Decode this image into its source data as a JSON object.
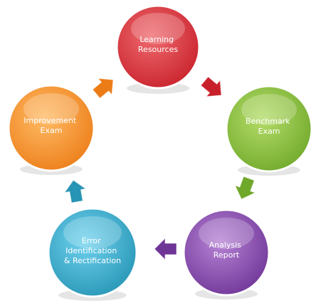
{
  "diagram": {
    "type": "cycle",
    "nodes": [
      {
        "id": "learning-resources",
        "lines": [
          "Learning",
          "Resources"
        ],
        "color": "#c8202a",
        "light": "#ee6a6e"
      },
      {
        "id": "benchmark-exam",
        "lines": [
          "Benchmark",
          "Exam"
        ],
        "color": "#6fa82a",
        "light": "#b4dc68"
      },
      {
        "id": "analysis-report",
        "lines": [
          "Analysis",
          "Report"
        ],
        "color": "#6e3496",
        "light": "#b582d4"
      },
      {
        "id": "error-identification",
        "lines": [
          "Error",
          "Identification",
          "& Rectification"
        ],
        "color": "#2694b4",
        "light": "#6fd2ee"
      },
      {
        "id": "improvement-exam",
        "lines": [
          "Improvement",
          "Exam"
        ],
        "color": "#ec7c16",
        "light": "#ffbb66"
      }
    ],
    "arrows": [
      {
        "from": "learning-resources",
        "to": "benchmark-exam",
        "color": "#c8202a"
      },
      {
        "from": "benchmark-exam",
        "to": "analysis-report",
        "color": "#6fa82a"
      },
      {
        "from": "analysis-report",
        "to": "error-identification",
        "color": "#6e3496"
      },
      {
        "from": "error-identification",
        "to": "improvement-exam",
        "color": "#2694b4"
      },
      {
        "from": "improvement-exam",
        "to": "learning-resources",
        "color": "#ec7c16"
      }
    ]
  }
}
